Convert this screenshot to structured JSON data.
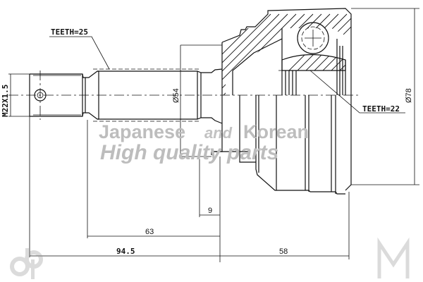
{
  "drawing": {
    "title": "CV joint outer (drive shaft joint) technical drawing",
    "labels": {
      "teeth_shaft": "TEETH=25",
      "teeth_inner": "TEETH=22",
      "thread": "M22X1.5",
      "shaft_diameter": "Ø54",
      "housing_diameter": "Ø78"
    },
    "dimensions": {
      "dim_9": "9",
      "dim_63": "63",
      "dim_94_5": "94.5",
      "dim_58": "58"
    },
    "watermark": {
      "line1_a": "Japanese",
      "line1_b": "and",
      "line1_c": "Korean",
      "line2": "High quality parts"
    },
    "logos": {
      "left": "dp",
      "right": "M"
    },
    "colors": {
      "line": "#111111",
      "watermark": "#bdbdbd",
      "background": "#ffffff"
    }
  }
}
